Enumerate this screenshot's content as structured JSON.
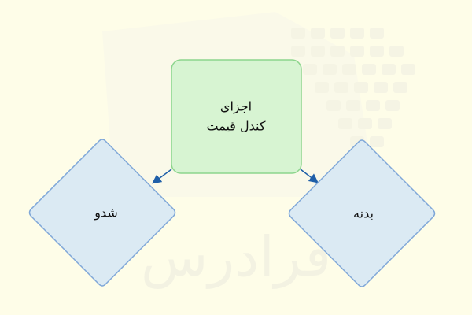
{
  "diagram": {
    "root": {
      "line1": "اجزای",
      "line2": "کندل قیمت"
    },
    "left_child": {
      "label": "شدو"
    },
    "right_child": {
      "label": "بدنه"
    },
    "watermark_text": "فرادرس"
  },
  "colors": {
    "background": "#fefde8",
    "root_fill": "#d7f4d2",
    "root_stroke": "#8cd58d",
    "child_fill": "#dbeaf3",
    "child_stroke": "#7fa7d8",
    "edge": "#1f5fa8"
  }
}
